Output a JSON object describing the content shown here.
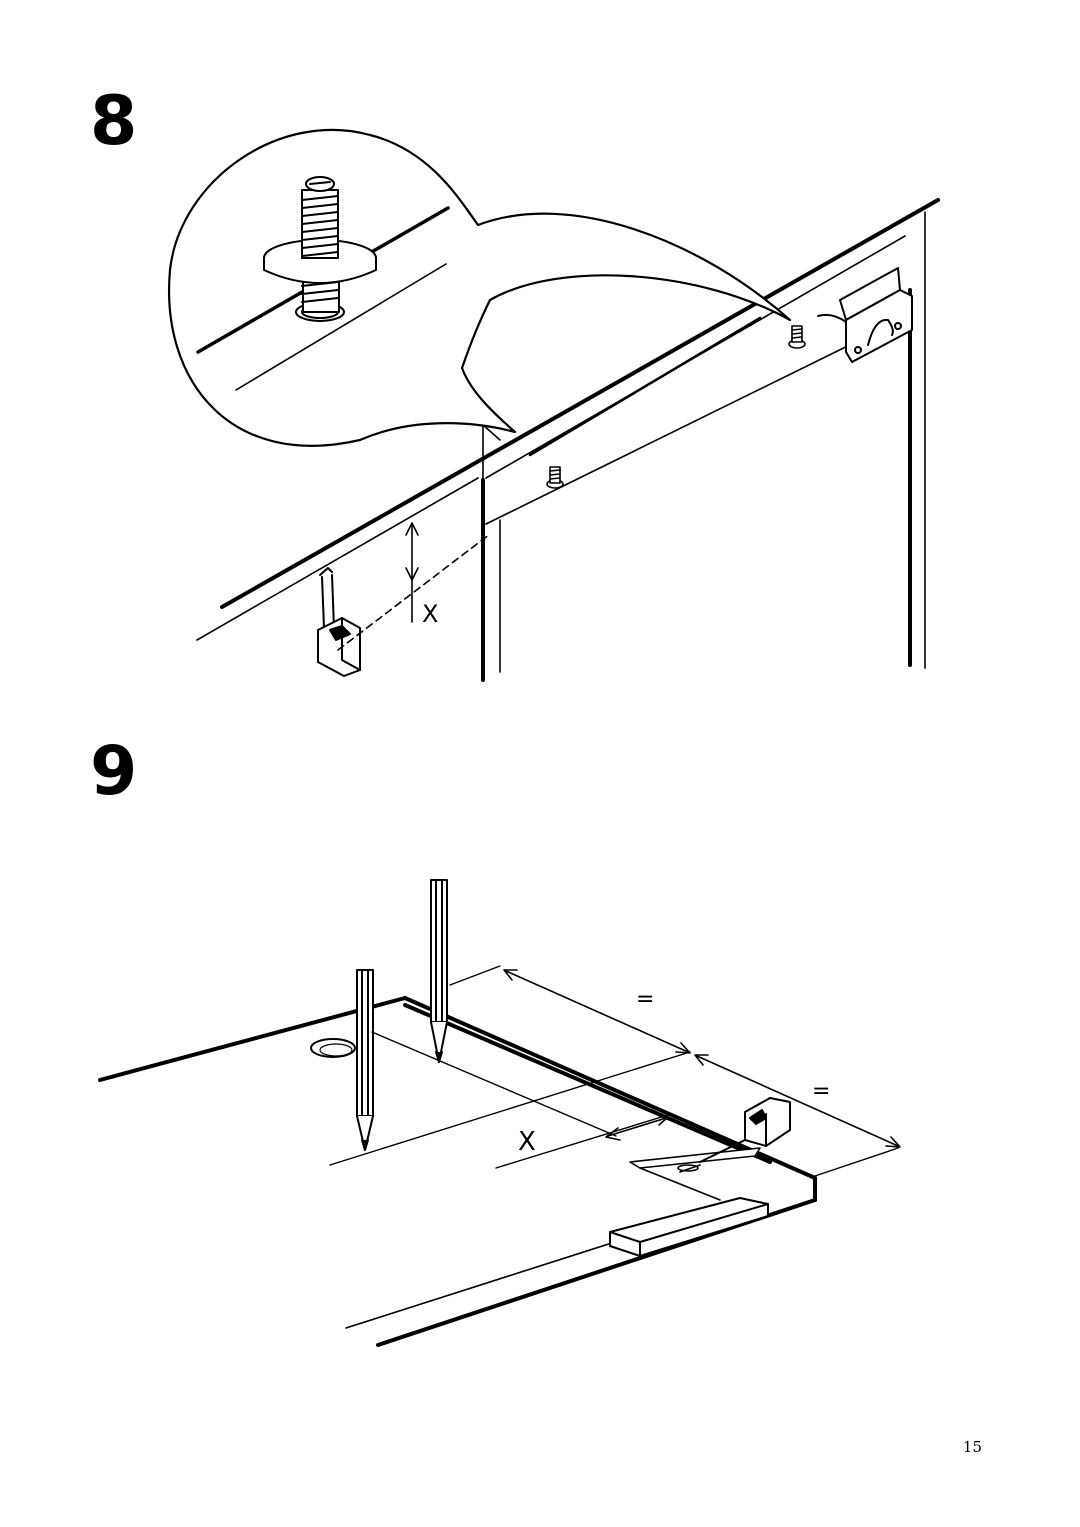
{
  "steps": [
    {
      "number": "8",
      "labels": {
        "dimension": "X"
      }
    },
    {
      "number": "9",
      "labels": {
        "dimension": "X",
        "equal_1": "=",
        "equal_2": "="
      }
    }
  ],
  "page_number": "15"
}
